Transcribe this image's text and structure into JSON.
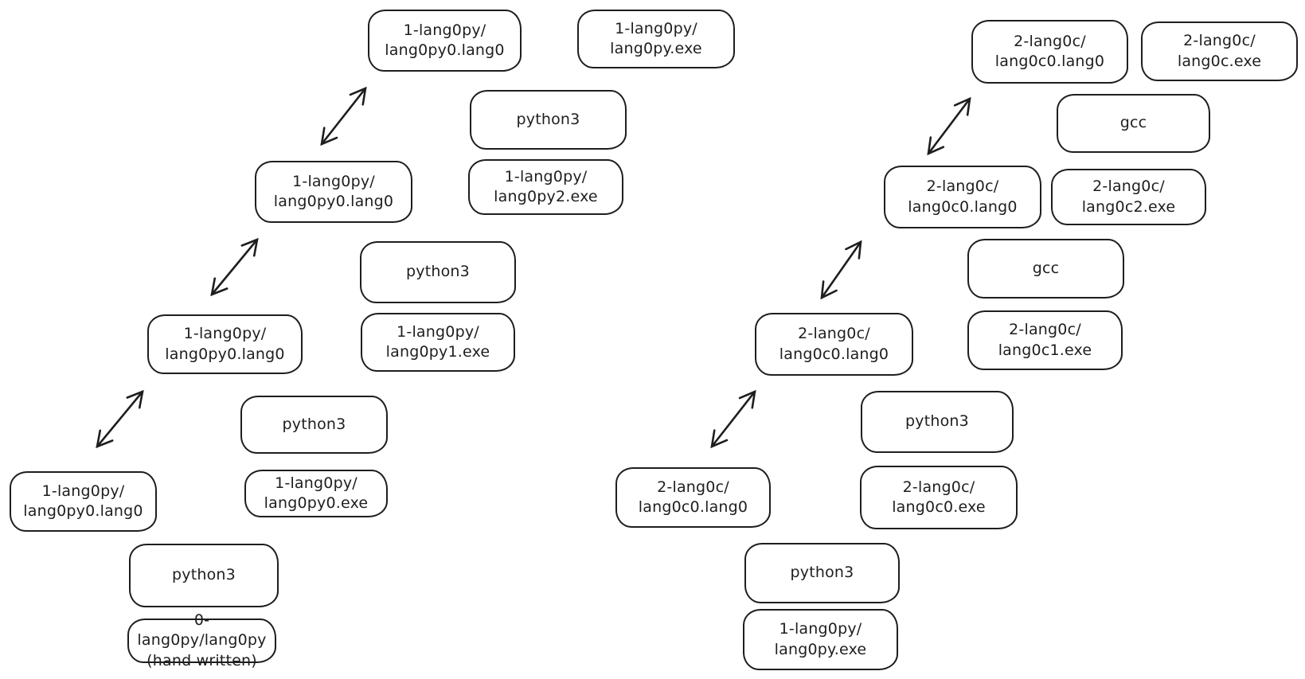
{
  "colors": {
    "background": "#ffffff",
    "stroke": "#1e1e1e"
  },
  "nodes": [
    {
      "id": "py-step4-src",
      "label": "1-lang0py/\nlang0py0.lang0"
    },
    {
      "id": "py-final-exe",
      "label": "1-lang0py/\nlang0py.exe"
    },
    {
      "id": "py-step3-python3",
      "label": "python3"
    },
    {
      "id": "py-step3-exe",
      "label": "1-lang0py/\nlang0py2.exe"
    },
    {
      "id": "py-step3-src",
      "label": "1-lang0py/\nlang0py0.lang0"
    },
    {
      "id": "py-step2-python3",
      "label": "python3"
    },
    {
      "id": "py-step2-exe",
      "label": "1-lang0py/\nlang0py1.exe"
    },
    {
      "id": "py-step2-src",
      "label": "1-lang0py/\nlang0py0.lang0"
    },
    {
      "id": "py-step1-python3",
      "label": "python3"
    },
    {
      "id": "py-step1-exe",
      "label": "1-lang0py/\nlang0py0.exe"
    },
    {
      "id": "py-step1-src",
      "label": "1-lang0py/\nlang0py0.lang0"
    },
    {
      "id": "py-step0-python3",
      "label": "python3"
    },
    {
      "id": "py-step0-handwritten",
      "label": "0-lang0py/lang0py\n(hand written)"
    },
    {
      "id": "c-step4-src",
      "label": "2-lang0c/\nlang0c0.lang0"
    },
    {
      "id": "c-final-exe",
      "label": "2-lang0c/\nlang0c.exe"
    },
    {
      "id": "c-step3-gcc",
      "label": "gcc"
    },
    {
      "id": "c-step3-src",
      "label": "2-lang0c/\nlang0c0.lang0"
    },
    {
      "id": "c-step3-exe",
      "label": "2-lang0c/\nlang0c2.exe"
    },
    {
      "id": "c-step2-gcc",
      "label": "gcc"
    },
    {
      "id": "c-step2-src",
      "label": "2-lang0c/\nlang0c0.lang0"
    },
    {
      "id": "c-step2-exe",
      "label": "2-lang0c/\nlang0c1.exe"
    },
    {
      "id": "c-step1-python3",
      "label": "python3"
    },
    {
      "id": "c-step1-src",
      "label": "2-lang0c/\nlang0c0.lang0"
    },
    {
      "id": "c-step1-exe",
      "label": "2-lang0c/\nlang0c0.exe"
    },
    {
      "id": "c-step0-python3",
      "label": "python3"
    },
    {
      "id": "c-step0-exe",
      "label": "1-lang0py/\nlang0py.exe"
    }
  ],
  "edges": [
    {
      "from": "py-step1-src",
      "to": "py-step2-src",
      "style": "double-headed-arrow"
    },
    {
      "from": "py-step2-src",
      "to": "py-step3-src",
      "style": "double-headed-arrow"
    },
    {
      "from": "py-step3-src",
      "to": "py-step4-src",
      "style": "double-headed-arrow"
    },
    {
      "from": "c-step1-src",
      "to": "c-step2-src",
      "style": "double-headed-arrow"
    },
    {
      "from": "c-step2-src",
      "to": "c-step3-src",
      "style": "double-headed-arrow"
    },
    {
      "from": "c-step3-src",
      "to": "c-step4-src",
      "style": "double-headed-arrow"
    }
  ]
}
